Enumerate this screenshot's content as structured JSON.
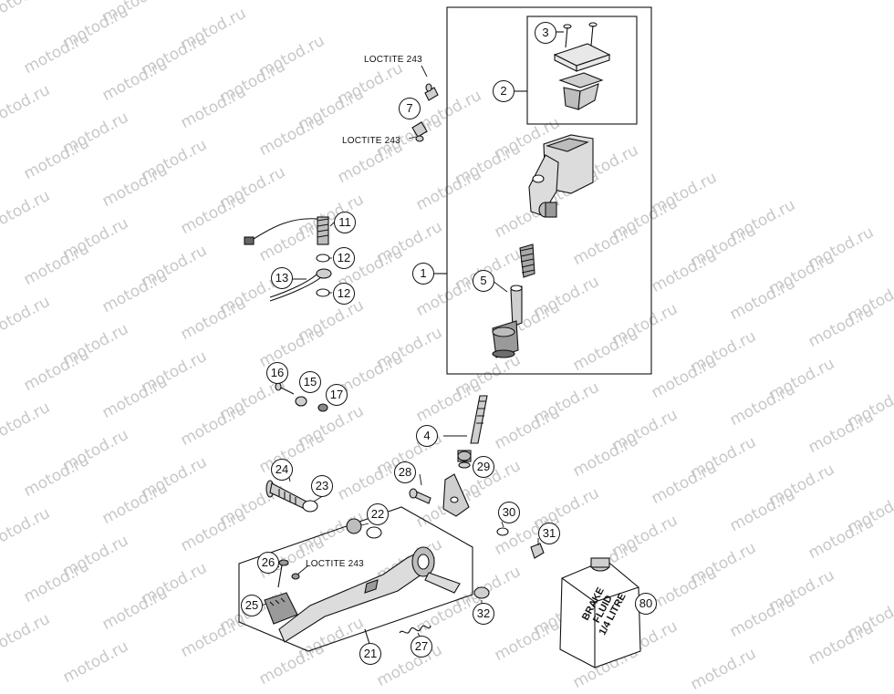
{
  "watermark": "motod.ru",
  "loctite_label": "LOCTITE 243",
  "callouts": [
    "1",
    "2",
    "3",
    "4",
    "5",
    "7",
    "11",
    "12",
    "12",
    "13",
    "15",
    "16",
    "17",
    "21",
    "22",
    "23",
    "24",
    "25",
    "26",
    "27",
    "28",
    "29",
    "30",
    "31",
    "32",
    "80"
  ],
  "can_label": {
    "line1": "BRAKE",
    "line2": "FLUID",
    "line3": "1/4 LITRE"
  }
}
